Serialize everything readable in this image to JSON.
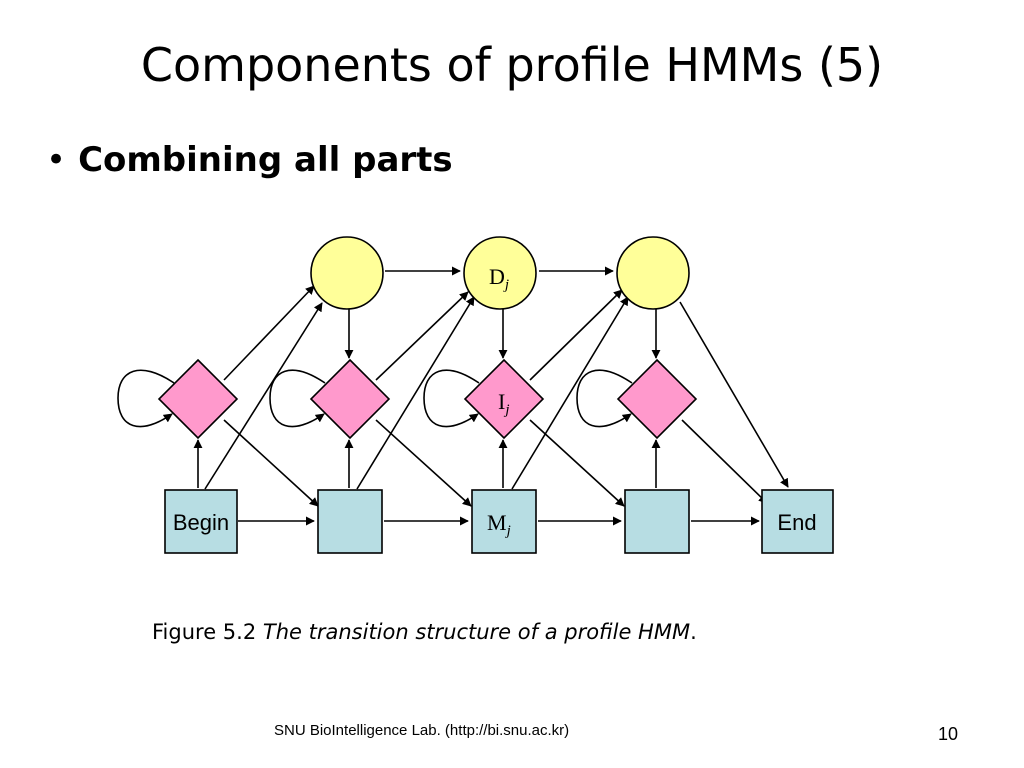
{
  "slide": {
    "title": "Components of profile HMMs (5)",
    "bullet": "Combining all parts",
    "bullet_marker": "•"
  },
  "diagram": {
    "labels": {
      "begin": "Begin",
      "end": "End",
      "delete_main": "D",
      "delete_sub": "j",
      "insert_main": "I",
      "insert_sub": "j",
      "match_main": "M",
      "match_sub": "j"
    },
    "colors": {
      "delete_state": "#ffff99",
      "insert_state": "#ff99cc",
      "match_state": "#b7dde3",
      "stroke": "#000000"
    }
  },
  "caption": {
    "prefix": "Figure 5.2",
    "text": "The transition structure of a profile HMM",
    "suffix": "."
  },
  "footer": {
    "lab": "SNU BioIntelligence Lab. (http://bi.snu.ac.kr)",
    "page": "10"
  }
}
